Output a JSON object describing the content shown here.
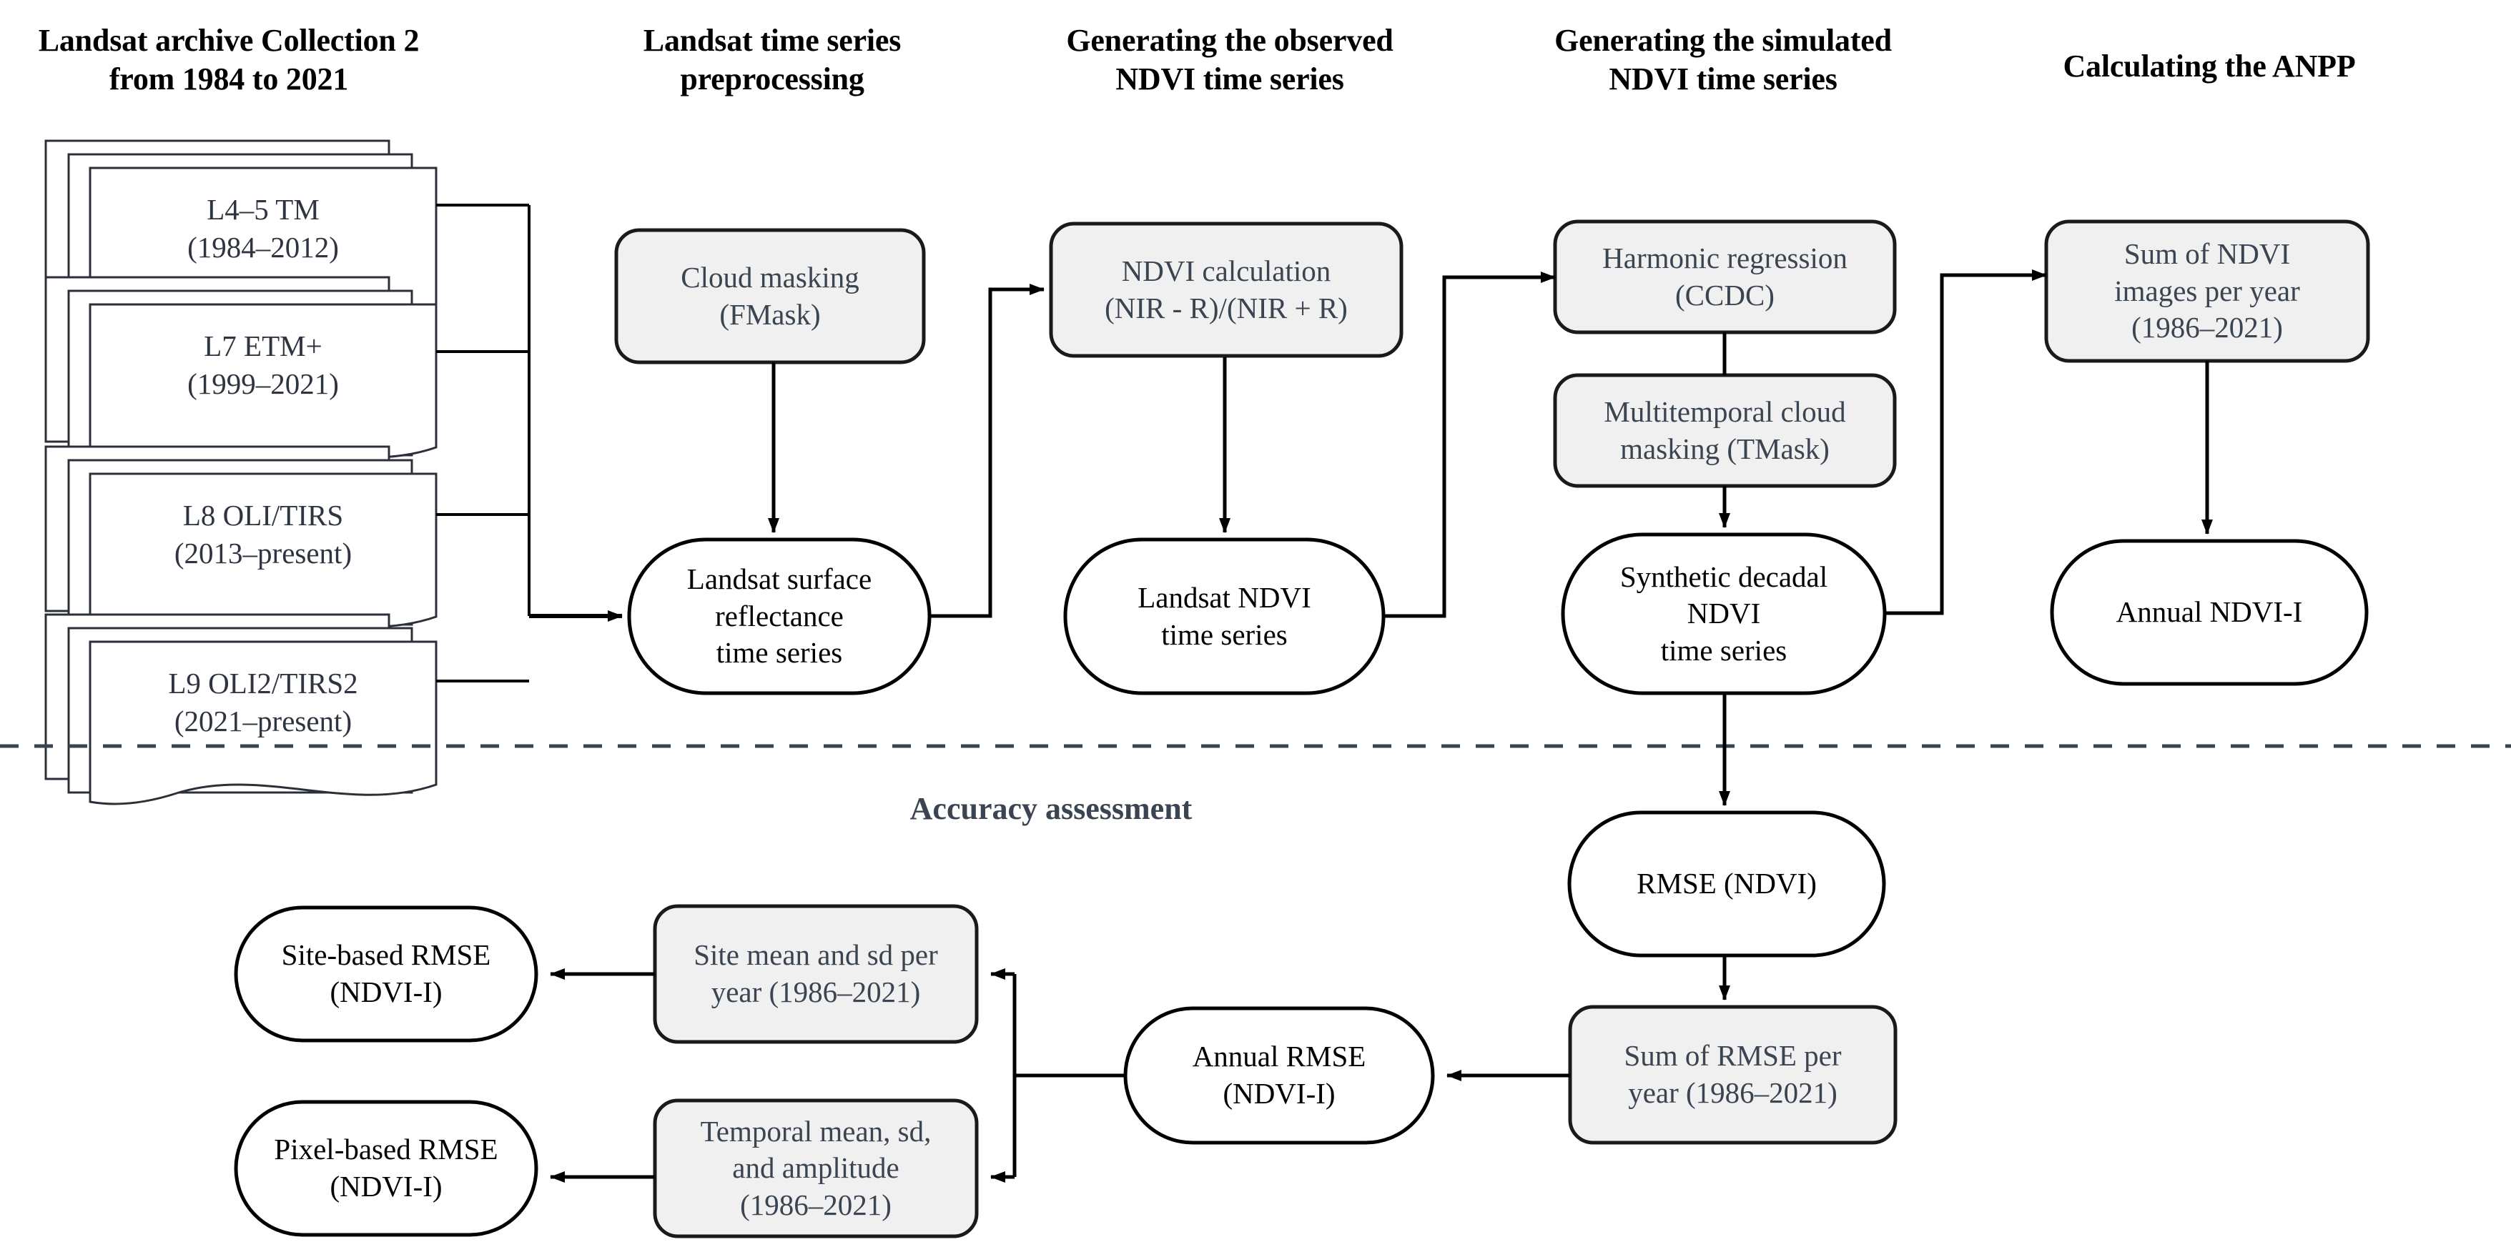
{
  "diagram": {
    "title_colors": {
      "header_black": "#000000",
      "section_slate": "#3b4451",
      "process_fill": "#f0f0f0",
      "process_stroke": "#1a1a1a",
      "terminator_fill": "#ffffff",
      "terminator_stroke": "#000000",
      "doc_stroke": "#2b3038",
      "connector": "#000000",
      "divider": "#3b4451"
    },
    "column_headers": [
      {
        "id": "archive",
        "text": "Landsat archive Collection 2\nfrom 1984 to 2021"
      },
      {
        "id": "preprocess",
        "text": "Landsat time series\npreprocessing"
      },
      {
        "id": "observed",
        "text": "Generating the observed\nNDVI time series"
      },
      {
        "id": "simulated",
        "text": "Generating the simulated\nNDVI time series"
      },
      {
        "id": "anpp",
        "text": "Calculating the ANPP"
      }
    ],
    "section_headers": [
      {
        "id": "accuracy",
        "text": "Accuracy assessment"
      }
    ],
    "document_stacks": [
      {
        "id": "l45tm",
        "text": "L4–5 TM\n(1984–2012)"
      },
      {
        "id": "l7etm",
        "text": "L7 ETM+\n(1999–2021)"
      },
      {
        "id": "l8oli",
        "text": "L8 OLI/TIRS\n(2013–present)"
      },
      {
        "id": "l9oli2",
        "text": "L9 OLI2/TIRS2\n(2021–present)"
      }
    ],
    "process_nodes": [
      {
        "id": "cloud-masking",
        "text": "Cloud masking\n(FMask)"
      },
      {
        "id": "ndvi-calculation",
        "text": "NDVI calculation\n(NIR - R)/(NIR + R)"
      },
      {
        "id": "harmonic-regression",
        "text": "Harmonic regression\n(CCDC)"
      },
      {
        "id": "multitemporal-mask",
        "text": "Multitemporal cloud\nmasking (TMask)"
      },
      {
        "id": "sum-ndvi-images",
        "text": "Sum of NDVI\nimages per year\n(1986–2021)"
      },
      {
        "id": "site-mean-sd",
        "text": "Site mean and sd per\nyear (1986–2021)"
      },
      {
        "id": "temporal-mean-sd",
        "text": "Temporal mean, sd,\nand amplitude\n(1986–2021)"
      },
      {
        "id": "sum-rmse",
        "text": "Sum of RMSE per\nyear (1986–2021)"
      }
    ],
    "terminator_nodes": [
      {
        "id": "landsat-surface-reflectance",
        "text": "Landsat surface\nreflectance\ntime series"
      },
      {
        "id": "landsat-ndvi",
        "text": "Landsat NDVI\ntime series"
      },
      {
        "id": "synthetic-decadal-ndvi",
        "text": "Synthetic decadal\nNDVI\ntime series"
      },
      {
        "id": "annual-ndvi-i",
        "text": "Annual NDVI-I"
      },
      {
        "id": "rmse-ndvi",
        "text": "RMSE (NDVI)"
      },
      {
        "id": "annual-rmse",
        "text": "Annual RMSE\n(NDVI-I)"
      },
      {
        "id": "site-based-rmse",
        "text": "Site-based RMSE\n(NDVI-I)"
      },
      {
        "id": "pixel-based-rmse",
        "text": "Pixel-based RMSE\n(NDVI-I)"
      }
    ]
  }
}
